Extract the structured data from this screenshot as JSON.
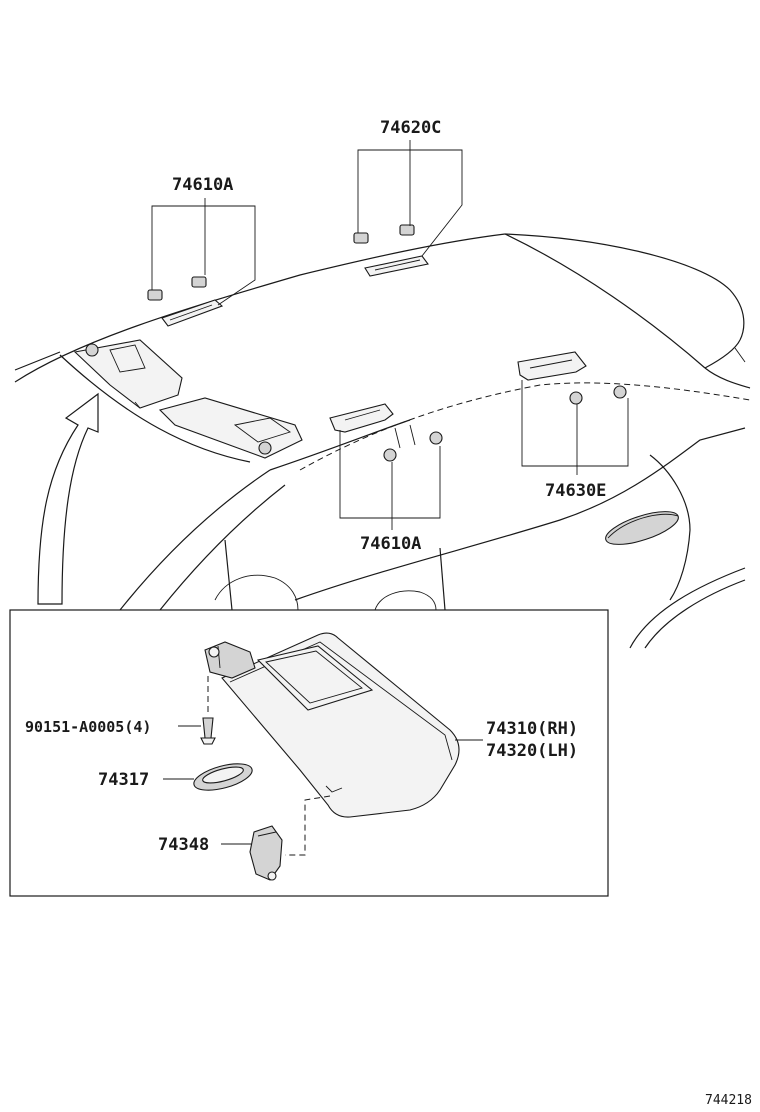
{
  "figure_id": "744218",
  "callouts": {
    "handle_front_clips": "74610A",
    "handle_top_clips": "74620C",
    "handle_rear_clips": "74630E",
    "handle_side_clips": "74610A"
  },
  "detail": {
    "screw": "90151-A0005(4)",
    "visor_rh": "74310(RH)",
    "visor_lh": "74320(LH)",
    "holder_ring": "74317",
    "visor_hook": "74348"
  }
}
